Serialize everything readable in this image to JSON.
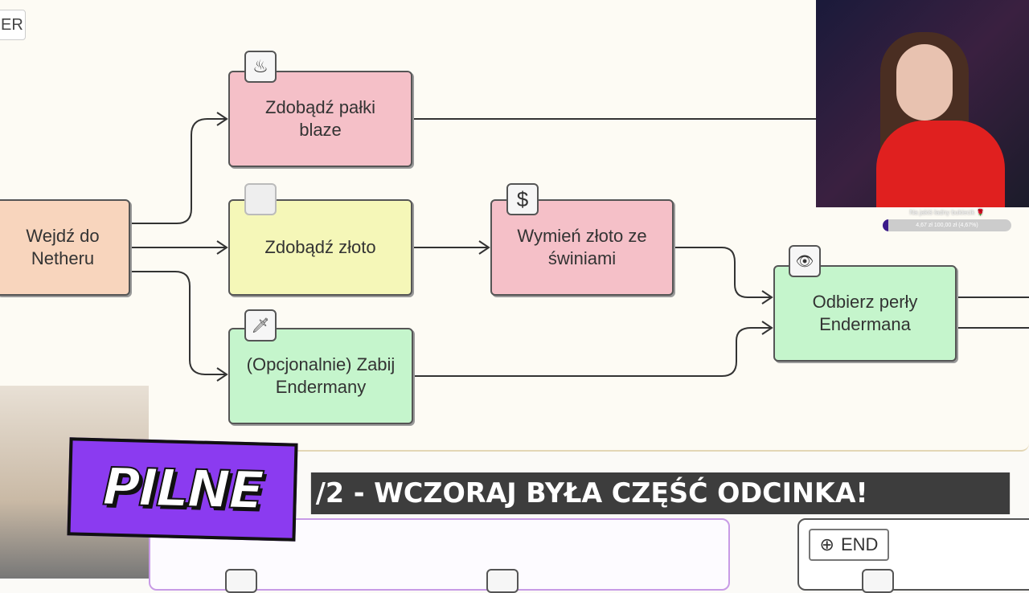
{
  "canvas": {
    "corner_tag": "ER",
    "nodes": [
      {
        "label": "Wejdź do Netheru",
        "color": "#f8d5bd"
      },
      {
        "label": "Zdobądź pałki blaze",
        "icon": "flame-icon",
        "icon_glyph": "♨",
        "color": "#f5c0c8"
      },
      {
        "label": "Zdobądź złoto",
        "icon": "gold-icon",
        "icon_glyph": "",
        "color": "#f5f7b8"
      },
      {
        "label": "(Opcjonalnie) Zabij Endermany",
        "icon": "sword-icon",
        "icon_glyph": "🗡",
        "color": "#c5f5cc"
      },
      {
        "label": "Wymień złoto ze świniami",
        "icon": "dollar-icon",
        "icon_glyph": "$",
        "color": "#f5c0c8"
      },
      {
        "label": "Odbierz perły Endermana",
        "icon": "eye-icon",
        "icon_glyph": "👁",
        "color": "#c5f5cc"
      }
    ]
  },
  "donation_goal": {
    "title": "Na jakiś ładny bukiecik 🌹",
    "progress_text": "4,67 zł  100,00 zł (4,67%)",
    "percent": 4.67
  },
  "overlay": {
    "badge": "PILNE",
    "ticker": "/2 - WCZORAJ BYŁA CZĘŚĆ ODCINKA!",
    "badge_color": "#8b3bf0"
  },
  "bottom": {
    "end_label": "END",
    "end_icon_glyph": "⊕"
  }
}
